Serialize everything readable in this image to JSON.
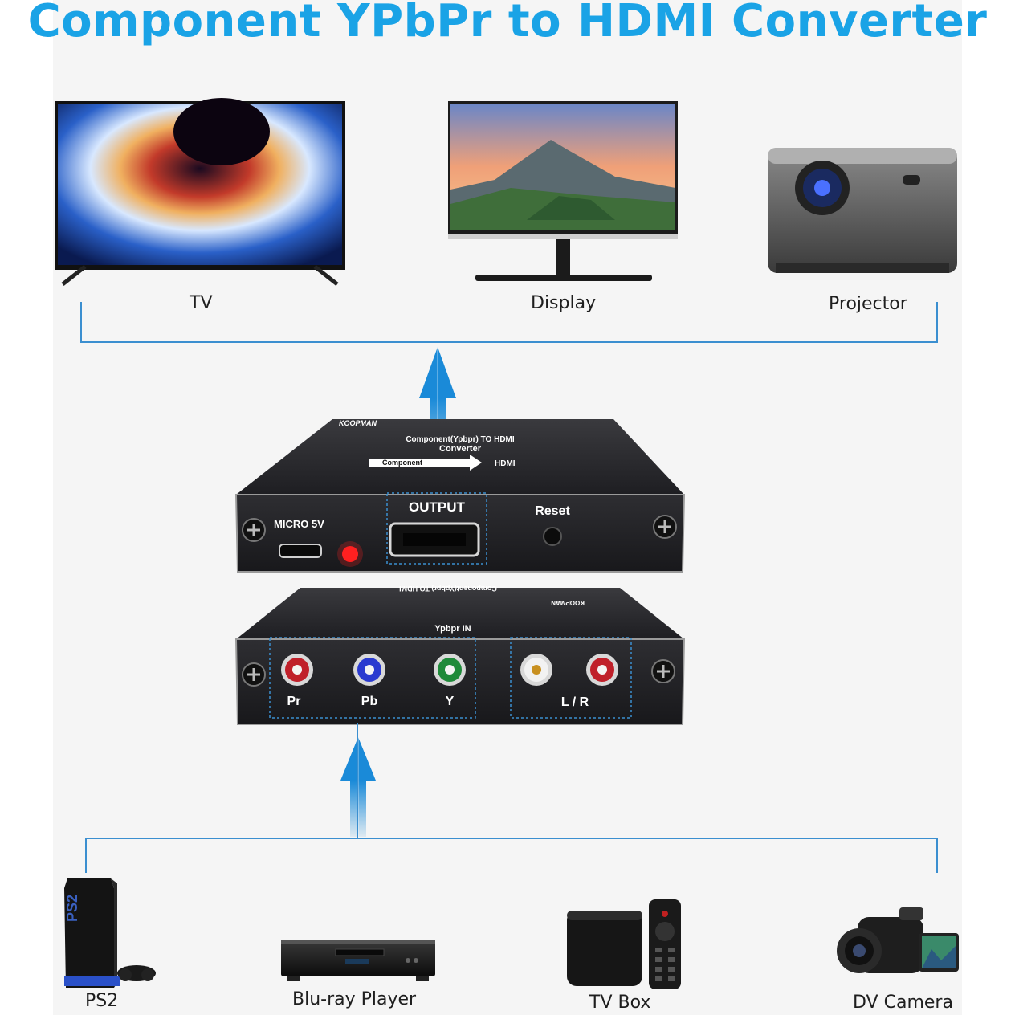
{
  "title": "Component YPbPr to HDMI Converter",
  "outputs": [
    {
      "label": "TV",
      "icon": "tv-icon"
    },
    {
      "label": "Display",
      "icon": "monitor-icon"
    },
    {
      "label": "Projector",
      "icon": "projector-icon"
    }
  ],
  "inputs": [
    {
      "label": "PS2",
      "icon": "ps2-console-icon"
    },
    {
      "label": "Blu-ray Player",
      "icon": "bluray-player-icon"
    },
    {
      "label": "TV Box",
      "icon": "tv-box-icon"
    },
    {
      "label": "DV Camera",
      "icon": "dv-camera-icon"
    }
  ],
  "converter_top": {
    "brand": "KOOPMAN",
    "line1": "Component(Ypbpr) TO HDMI",
    "line2": "Converter",
    "arrow_from": "Component",
    "arrow_to": "HDMI",
    "micro": "MICRO 5V",
    "output": "OUTPUT",
    "reset": "Reset"
  },
  "converter_bottom": {
    "mirror_text": "Component(Ypbpr) TO HDMI",
    "brand": "KOOPMAN",
    "section": "Ypbpr IN",
    "ports": [
      "Pr",
      "Pb",
      "Y"
    ],
    "audio": "L / R"
  },
  "colors": {
    "accent": "#1aa3e6",
    "line": "#3b8fd0",
    "port_red": "#c0202a",
    "port_blue": "#2a3ad0",
    "port_green": "#1f8a3a",
    "port_white": "#f2f2f2",
    "led": "#ff2020"
  }
}
